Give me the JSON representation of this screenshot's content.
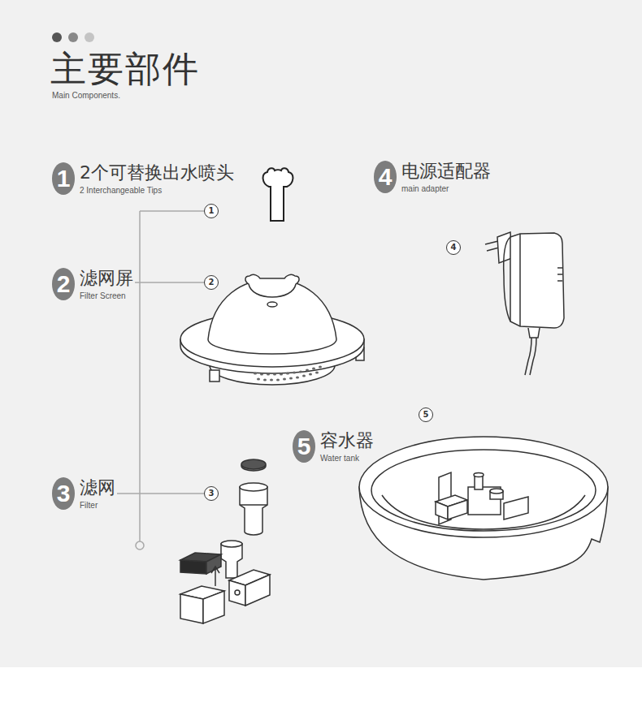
{
  "diagram": {
    "title": "主要部件",
    "nodes": [
      {
        "text": [
          "1",
          "2个可替换出水喷头",
          "2 Interchangeable Tips"
        ]
      },
      {
        "text": [
          "4",
          "电源适配器",
          "main adapter"
        ]
      },
      {
        "text": [
          "1"
        ]
      },
      {
        "text": [
          "4"
        ]
      },
      {
        "text": [
          "2",
          "滤网屏",
          "Filter Screen"
        ]
      },
      {
        "text": [
          "2"
        ]
      },
      {
        "text": [
          "5"
        ]
      },
      {
        "text": [
          "5",
          "容水器",
          "Water tank"
        ]
      },
      {
        "text": [
          "3",
          "滤网",
          "Filter"
        ]
      },
      {
        "text": [
          "3"
        ]
      }
    ],
    "edges": [
      {
        "from": 4,
        "to": 5,
        "arrow": "none"
      },
      {
        "from": 8,
        "to": 9,
        "arrow": "none"
      }
    ],
    "labels": [
      "Main Components."
    ]
  }
}
